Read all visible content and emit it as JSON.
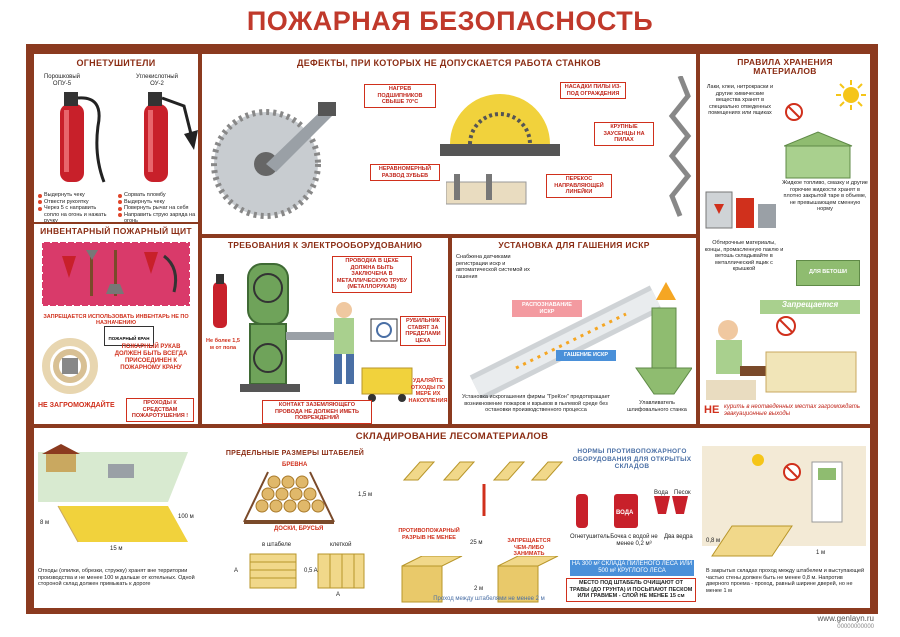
{
  "title": "ПОЖАРНАЯ БЕЗОПАСНОСТЬ",
  "extinguishers": {
    "heading": "ОГНЕТУШИТЕЛИ",
    "powder_label": "Порошковый ОПУ-5",
    "co2_label": "Углекислотный ОУ-2",
    "powder_steps": [
      "Выдернуть чеку",
      "Отвести рукоятку",
      "Через 5 с направить сопло на огонь и нажать ручку"
    ],
    "co2_steps": [
      "Сорвать пломбу",
      "Выдернуть чеку",
      "Повернуть рычаг на себя",
      "Направить струю заряда на огонь"
    ]
  },
  "shield": {
    "heading": "ИНВЕНТАРНЫЙ ПОЖАРНЫЙ ЩИТ",
    "warning": "ЗАПРЕЩАЕТСЯ ИСПОЛЬЗОВАТЬ ИНВЕНТАРЬ НЕ ПО НАЗНАЧЕНИЮ",
    "sign_label": "ПОЖАРНЫЙ КРАН",
    "hose_text": "ПОЖАРНЫЙ РУКАВ ДОЛЖЕН БЫТЬ ВСЕГДА ПРИСОЕДИНЕН К ПОЖАРНОМУ КРАНУ",
    "bottom_red": "НЕ ЗАГРОМОЖДАЙТЕ",
    "bottom_box": "ПРОХОДЫ К СРЕДСТВАМ ПОЖАРОТУШЕНИЯ !"
  },
  "defects": {
    "heading": "ДЕФЕКТЫ, ПРИ КОТОРЫХ НЕ ДОПУСКАЕТСЯ РАБОТА СТАНКОВ",
    "labels": [
      "НАГРЕВ ПОДШИПНИКОВ СВЫШЕ 70°С",
      "НЕРАВНОМЕРНЫЙ РАЗВОД ЗУБЬЕВ",
      "НАСАДКИ ПИЛЫ ИЗ-ПОД ОГРАЖДЕНИЯ",
      "КРУПНЫЕ ЗАУСЕНЦЫ НА ПИЛАХ",
      "ПЕРЕКОС НАПРАВЛЯЮЩЕЙ ЛИНЕЙКИ"
    ]
  },
  "storage": {
    "heading": "ПРАВИЛА ХРАНЕНИЯ МАТЕРИАЛОВ",
    "text1": "Лаки, клеи, нитрокраски и другие химические вещества хранят в специально отведенных помещениях или ящиках",
    "text2": "Жидкое топливо, смазку и другие горючие жидкости хранят в плотно закрытой таре в объеме, не превышающем сменную норму",
    "text3": "Обтирочные материалы, концы, промасленную паклю и ветошь складывайте в металлический ящик с крышкой",
    "box_label": "ДЛЯ ВЕТОШИ",
    "forbidden": "Запрещается",
    "bottom_ne": "НЕ",
    "bottom_text": "курить в неотведенных местах загромождать эвакуационные выходы"
  },
  "electro": {
    "heading": "ТРЕБОВАНИЯ К ЭЛЕКТРООБОРУДОВАНИЮ",
    "wiring": "ПРОВОДКА В ЦЕХЕ ДОЛЖНА БЫТЬ ЗАКЛЮЧЕНА В МЕТАЛЛИЧЕСКУЮ ТРУБУ (МЕТАЛЛОРУКАВ)",
    "switch": "РУБИЛЬНИК СТАВЯТ ЗА ПРЕДЕЛАМИ ЦЕХА",
    "height": "Не более 1,5 м от пола",
    "ground": "КОНТАКТ ЗАЗЕМЛЯЮЩЕГО ПРОВОДА НЕ ДОЛЖЕН ИМЕТЬ ПОВРЕЖДЕНИЙ",
    "waste": "УДАЛЯЙТЕ ОТХОДЫ ПО МЕРЕ ИХ НАКОПЛЕНИЯ"
  },
  "spark": {
    "heading": "УСТАНОВКА ДЛЯ ГАШЕНИЯ ИСКР",
    "text1": "Снабжена датчиками регистрации искр и автоматической системой их гашения",
    "label1": "РАСПОЗНАВАНИЕ ИСКР",
    "label2": "ГАШЕНИЕ ИСКР",
    "text2": "Установка искрогашения фирмы \"ГреКон\" предотвращает возникновение пожаров и взрывов в пылевой среде без остановки производственного процесса",
    "text3": "Улавливатель шлифовального станка"
  },
  "lumber": {
    "heading": "СКЛАДИРОВАНИЕ ЛЕСОМАТЕРИАЛОВ",
    "dim_15": "15 м",
    "dim_8": "8 м",
    "dim_100": "100 м",
    "waste_text": "Отходы (опилки, обрезки, стружку) хранят вне территории производства и не менее 100 м дальше от котельных. Одной стороной склад должен примыкать к дороге",
    "stack_heading": "ПРЕДЕЛЬНЫЕ РАЗМЕРЫ ШТАБЕЛЕЙ",
    "logs": "БРЕВНА",
    "boards": "ДОСКИ, БРУСЬЯ",
    "dim_15b": "1,5 м",
    "in_stack": "в штабеле",
    "in_cage": "клеткой",
    "dim_a": "A",
    "dim_05a": "0,5 A",
    "firebreak": "ПРОТИВОПОЖАРНЫЙ РАЗРЫВ НЕ МЕНЕЕ",
    "dim_25": "25 м",
    "forbidden_occupy": "ЗАПРЕЩАЕТСЯ ЧЕМ-ЛИБО ЗАНИМАТЬ",
    "dim_2": "2 м",
    "passage": "Проход между штабелями не менее 2 м",
    "norms_heading": "НОРМЫ ПРОТИВОПОЖАРНОГО ОБОРУДОВАНИЯ ДЛЯ ОТКРЫТЫХ СКЛАДОВ",
    "water": "Вода",
    "sand": "Песок",
    "barrel": "ВОДА",
    "ext": "Огнетушитель",
    "barrel_text": "Бочка с водой не менее 0,2 м³",
    "buckets": "Два ведра",
    "area_text": "НА 300 м² СКЛАДА ПИЛЕНОГО ЛЕСА ИЛИ 500 м² КРУГЛОГО ЛЕСА",
    "place_text": "МЕСТО ПОД ШТАБЕЛЬ ОЧИЩАЮТ ОТ ТРАВЫ (ДО ГРУНТА) И ПОСЫПАЮТ ПЕСКОМ ИЛИ ГРАВИЕМ - СЛОЙ НЕ МЕНЕЕ 15 см",
    "dim_08": "0,8 м",
    "dim_1": "1 м",
    "indoor_text": "В закрытых складах проход между штабелем и выступающей частью стены должен быть не менее 0,8 м. Напротив дверного проема - проход, равный ширине дверей, но не менее 1 м"
  },
  "footer": {
    "site": "www.genlayn.ru",
    "code": "00000000000"
  }
}
